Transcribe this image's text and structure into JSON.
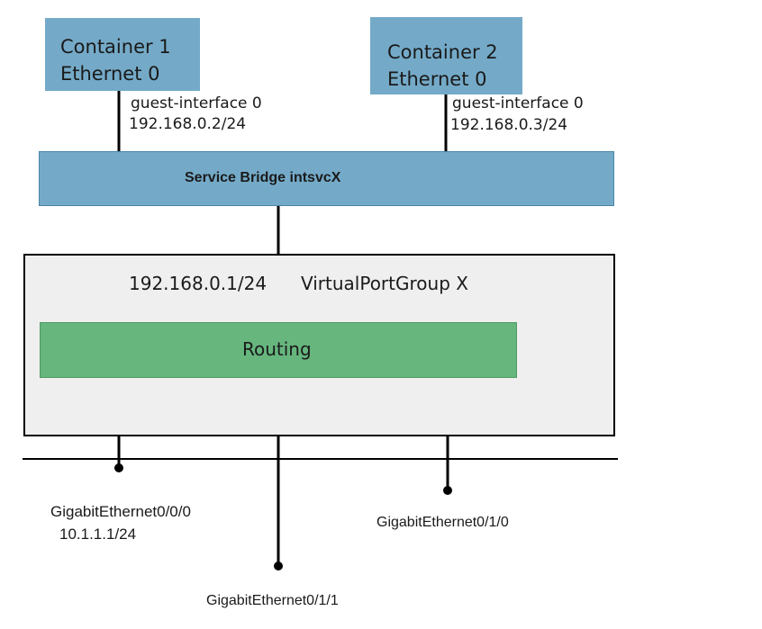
{
  "containers": [
    {
      "line1": "Container 1",
      "line2": "Ethernet 0",
      "iface": "guest-interface 0",
      "ip": "192.168.0.2/24"
    },
    {
      "line1": "Container 2",
      "line2": "Ethernet 0",
      "iface": "guest-interface 0",
      "ip": "192.168.0.3/24"
    }
  ],
  "bridge": {
    "label": "Service Bridge intsvcX"
  },
  "vpg": {
    "ip": "192.168.0.1/24",
    "label": "VirtualPortGroup X"
  },
  "routing": {
    "label": "Routing"
  },
  "ports": [
    {
      "name": "GigabitEthernet0/0/0",
      "ip": "10.1.1.1/24"
    },
    {
      "name": "GigabitEthernet0/1/0"
    },
    {
      "name": "GigabitEthernet0/1/1"
    }
  ],
  "colors": {
    "container": "#74aac8",
    "bridge": "#74aac8",
    "vpg": "#efefef",
    "routing": "#66b67e"
  }
}
